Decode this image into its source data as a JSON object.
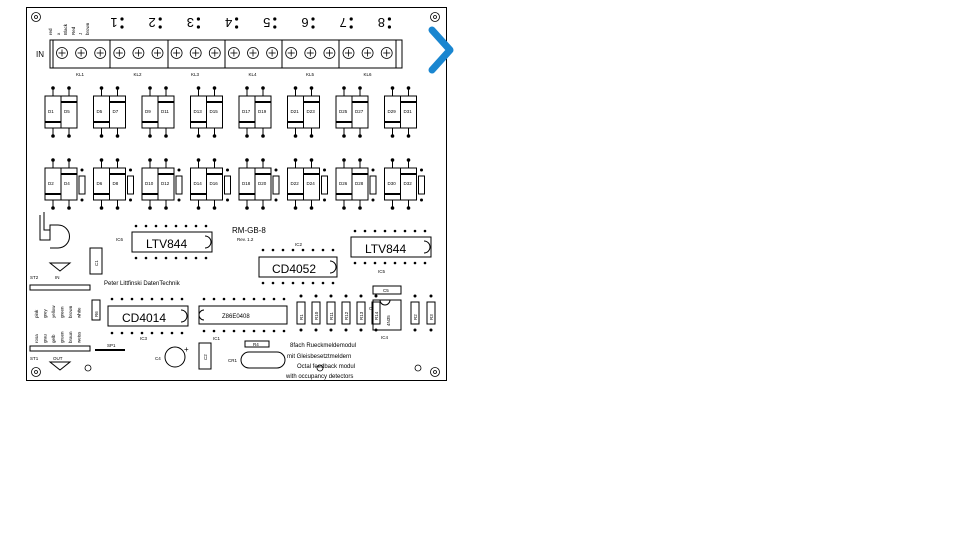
{
  "header": {
    "terminal_numbers": [
      "1",
      "2",
      "3",
      "4",
      "5",
      "6",
      "7",
      "8"
    ],
    "wire_colors": [
      "red",
      "Black",
      "Red",
      "brown"
    ],
    "wire_symbols": [
      "x",
      "J"
    ],
    "input_label": "IN"
  },
  "terminal_blocks": [
    "KL1",
    "KL2",
    "KL3",
    "KL4",
    "KL5",
    "KL6"
  ],
  "diodes_row1": [
    [
      "D1",
      "D5"
    ],
    [
      "D5",
      "D7"
    ],
    [
      "D9",
      "D11"
    ],
    [
      "D13",
      "D15"
    ],
    [
      "D17",
      "D19"
    ],
    [
      "D21",
      "D23"
    ],
    [
      "D25",
      "D27"
    ],
    [
      "D29",
      "D31"
    ]
  ],
  "diodes_row2": [
    [
      "D2",
      "D4"
    ],
    [
      "D6",
      "D8"
    ],
    [
      "D10",
      "D12"
    ],
    [
      "D14",
      "D16"
    ],
    [
      "D18",
      "D20"
    ],
    [
      "D22",
      "D24"
    ],
    [
      "D26",
      "D28"
    ],
    [
      "D30",
      "D32"
    ]
  ],
  "chips": {
    "ic_left_label": "IC6",
    "ic_left_name": "LTV844",
    "ic_right_label": "IC5",
    "ic_right_name": "LTV844",
    "ic_mid_label": "IC2",
    "ic_mid_name": "CD4052",
    "ic_low_left_label": "IC3",
    "ic_low_left_name": "CD4014",
    "ic_low_mid_label": "IC1",
    "ic_low_mid_name": "Z86E0408",
    "ic_small_label": "IC4",
    "ic_small_name": "4N35"
  },
  "board": {
    "title": "RM-GB-8",
    "revision": "Rev. 1.2",
    "manufacturer": "Peter Littfinski DatenTechnik",
    "desc_de_1": "8fach Rueckmeldemodul",
    "desc_de_2": "mit Gleisbesetztmeldern",
    "desc_en_1": "Octal feedback modul",
    "desc_en_2": "with occupancy detectors"
  },
  "connectors": {
    "st2": "ST2",
    "st1": "ST1",
    "in_label": "IN",
    "out_label": "OUT",
    "colors_top": [
      "pink",
      "grey",
      "yellow",
      "green",
      "brown",
      "white"
    ],
    "colors_bottom": [
      "rosa",
      "grau",
      "gelb",
      "gruen",
      "braun",
      "weiss"
    ]
  },
  "parts": {
    "c1": "C1",
    "c2": "C2",
    "c4": "C4",
    "c5": "C5",
    "r4": "R4",
    "r1": "R1",
    "r5": "R5",
    "r6": "R6",
    "cr1": "CR1",
    "sp1": "SP1",
    "o_mark": "O",
    "plus": "+",
    "resistors_right": [
      "R10",
      "R11",
      "R12",
      "R13",
      "R14"
    ],
    "resistors_far_right": [
      "R2",
      "R3"
    ]
  },
  "colors": {
    "accent_arrow": "#1a86d0",
    "ink": "#000000"
  },
  "icons": {
    "next": "chevron-right-icon"
  }
}
